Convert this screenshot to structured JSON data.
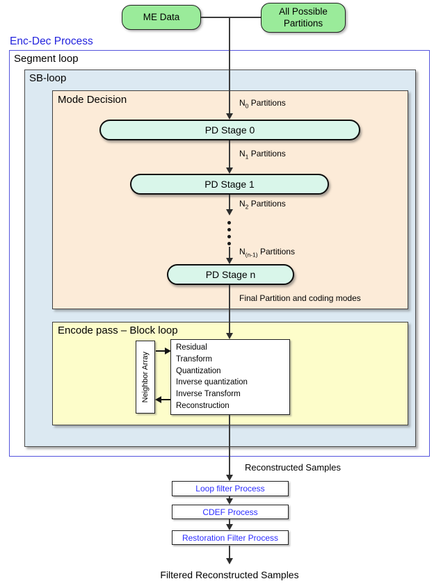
{
  "inputs": {
    "me_data_label": "ME Data",
    "all_partitions_label": "All Possible Partitions"
  },
  "enc_dec": {
    "title": "Enc-Dec Process",
    "segment_loop_label": "Segment loop",
    "sb_loop_label": "SB-loop",
    "mode_decision": {
      "title": "Mode Decision",
      "stages": [
        "PD Stage 0",
        "PD Stage 1",
        "PD Stage n"
      ],
      "partition_labels": [
        {
          "pre": "N",
          "sub": "0",
          "post": " Partitions"
        },
        {
          "pre": "N",
          "sub": "1",
          "post": " Partitions"
        },
        {
          "pre": "N",
          "sub": "2",
          "post": " Partitions"
        },
        {
          "pre": "N",
          "sub": "(n-1)",
          "post": " Partitions"
        }
      ],
      "output_label": "Final Partition and coding modes"
    },
    "encode_pass": {
      "title": "Encode pass – Block loop",
      "neighbor_array_label": "Neighbor Array",
      "process_steps": [
        "Residual",
        "Transform",
        "Quantization",
        "Inverse quantization",
        "Inverse Transform",
        "Reconstruction"
      ]
    }
  },
  "post_processing": {
    "reconstructed_label": "Reconstructed Samples",
    "filters": [
      "Loop filter Process",
      "CDEF Process",
      "Restoration Filter Process"
    ],
    "final_output_label": "Filtered Reconstructed Samples"
  },
  "colors": {
    "input_box_fill": "#9aeb9a",
    "stage_pill_fill": "#d9f6ea",
    "sb_loop_fill": "#dce9f2",
    "mode_decision_fill": "#fcebd8",
    "encode_pass_fill": "#fdfdca",
    "segment_border_blue": "#5353dc",
    "title_text_blue": "#2222dd",
    "filter_text_blue": "#2b2bff"
  }
}
